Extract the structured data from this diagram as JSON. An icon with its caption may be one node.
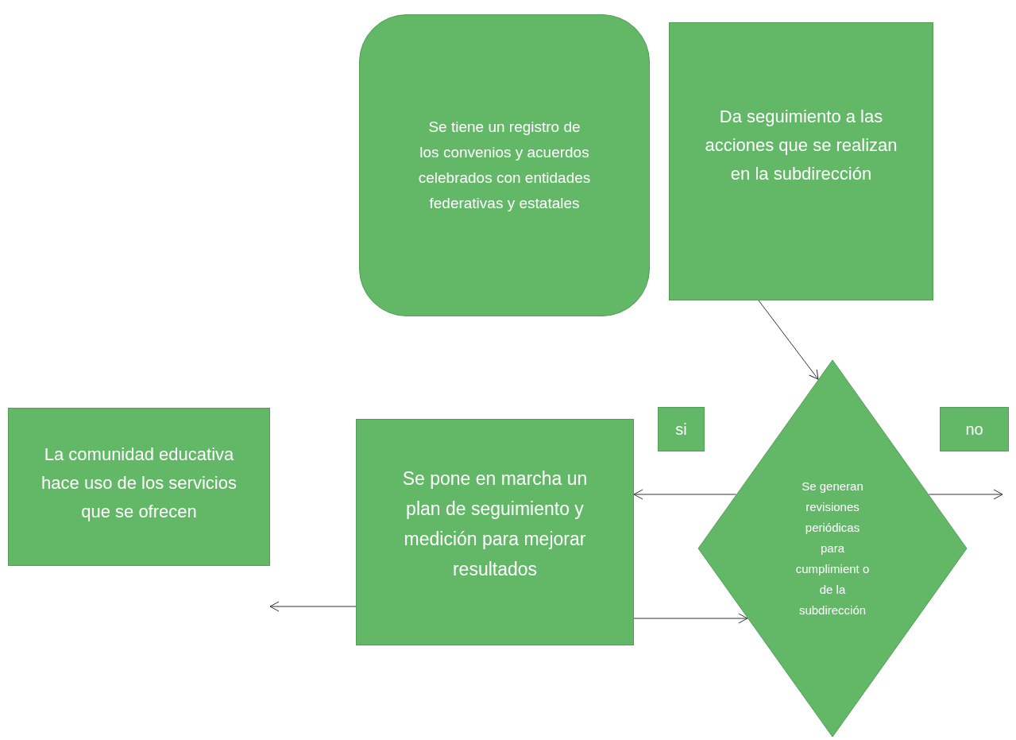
{
  "diagram": {
    "nodes": [
      {
        "text": [
          "Se tiene un registro de los convenios y acuerdos celebrados con entidades federativas y estatales"
        ]
      },
      {
        "text": [
          "Da seguimiento a las acciones que se realizan en la subdirección"
        ]
      },
      {
        "text": [
          "si"
        ]
      },
      {
        "text": [
          "no"
        ]
      },
      {
        "text": [
          "La comunidad educativa hace uso de los servicios que se ofrecen"
        ]
      },
      {
        "text": [
          "Se pone en marcha un plan de seguimiento y medición para mejorar resultados"
        ]
      },
      {
        "text": [
          "Se generan revisiones periódicas para cumplimient o de la subdirección"
        ]
      }
    ],
    "edges": [
      {
        "from": 1,
        "to": 6,
        "arrow": "to"
      },
      {
        "from": 6,
        "to": 5,
        "arrow": "to"
      },
      {
        "from": 6,
        "to": null,
        "arrow": "to"
      },
      {
        "from": 5,
        "to": 6,
        "arrow": "to"
      },
      {
        "from": 5,
        "to": 4,
        "arrow": "to"
      }
    ]
  }
}
